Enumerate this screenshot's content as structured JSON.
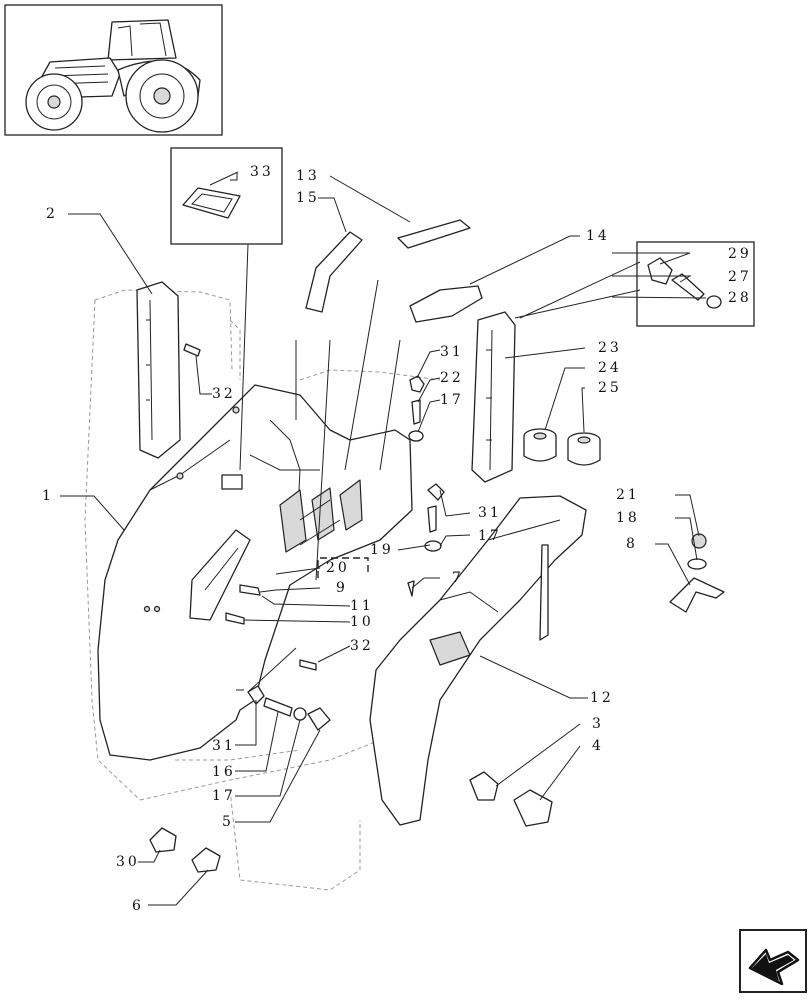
{
  "callouts": [
    "33",
    "13",
    "15",
    "14",
    "2",
    "29",
    "27",
    "28",
    "23",
    "24",
    "25",
    "31",
    "22",
    "17",
    "32",
    "1",
    "21",
    "18",
    "8",
    "31",
    "19",
    "17",
    "20",
    "9",
    "7",
    "11",
    "10",
    "32",
    "12",
    "3",
    "4",
    "31",
    "16",
    "17",
    "5",
    "30",
    "6"
  ]
}
